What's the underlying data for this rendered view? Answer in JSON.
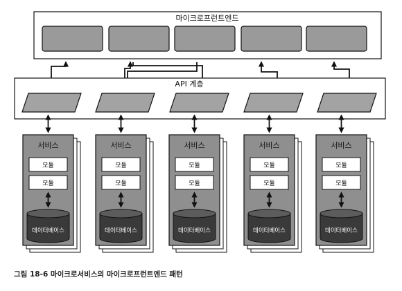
{
  "frontend": {
    "title": "마이크로프런트엔드",
    "part_count": 5
  },
  "api_layer": {
    "title": "API 계층",
    "gateway_count": 5
  },
  "services": [
    {
      "title": "서비스",
      "modules": [
        "모듈",
        "모듈"
      ],
      "database": "데이터베이스"
    },
    {
      "title": "서비스",
      "modules": [
        "모듈",
        "모듈"
      ],
      "database": "데이터베이스"
    },
    {
      "title": "서비스",
      "modules": [
        "모듈",
        "모듈"
      ],
      "database": "데이터베이스"
    },
    {
      "title": "서비스",
      "modules": [
        "모듈",
        "모듈"
      ],
      "database": "데이터베이스"
    },
    {
      "title": "서비스",
      "modules": [
        "모듈",
        "모듈"
      ],
      "database": "데이터베이스"
    }
  ],
  "caption": "그림 18-6 마이크로서비스의 마이크로프런트엔드 패턴",
  "colors": {
    "outline": "#111111",
    "front_part_fill": "#9a9a9a",
    "gateway_fill": "#a3a3a3",
    "service_fill": "#8f8f8f",
    "service_shadow": "#ffffff",
    "module_fill": "#ffffff",
    "database_fill": "#3a3a3a",
    "database_top": "#5c5c5c"
  }
}
